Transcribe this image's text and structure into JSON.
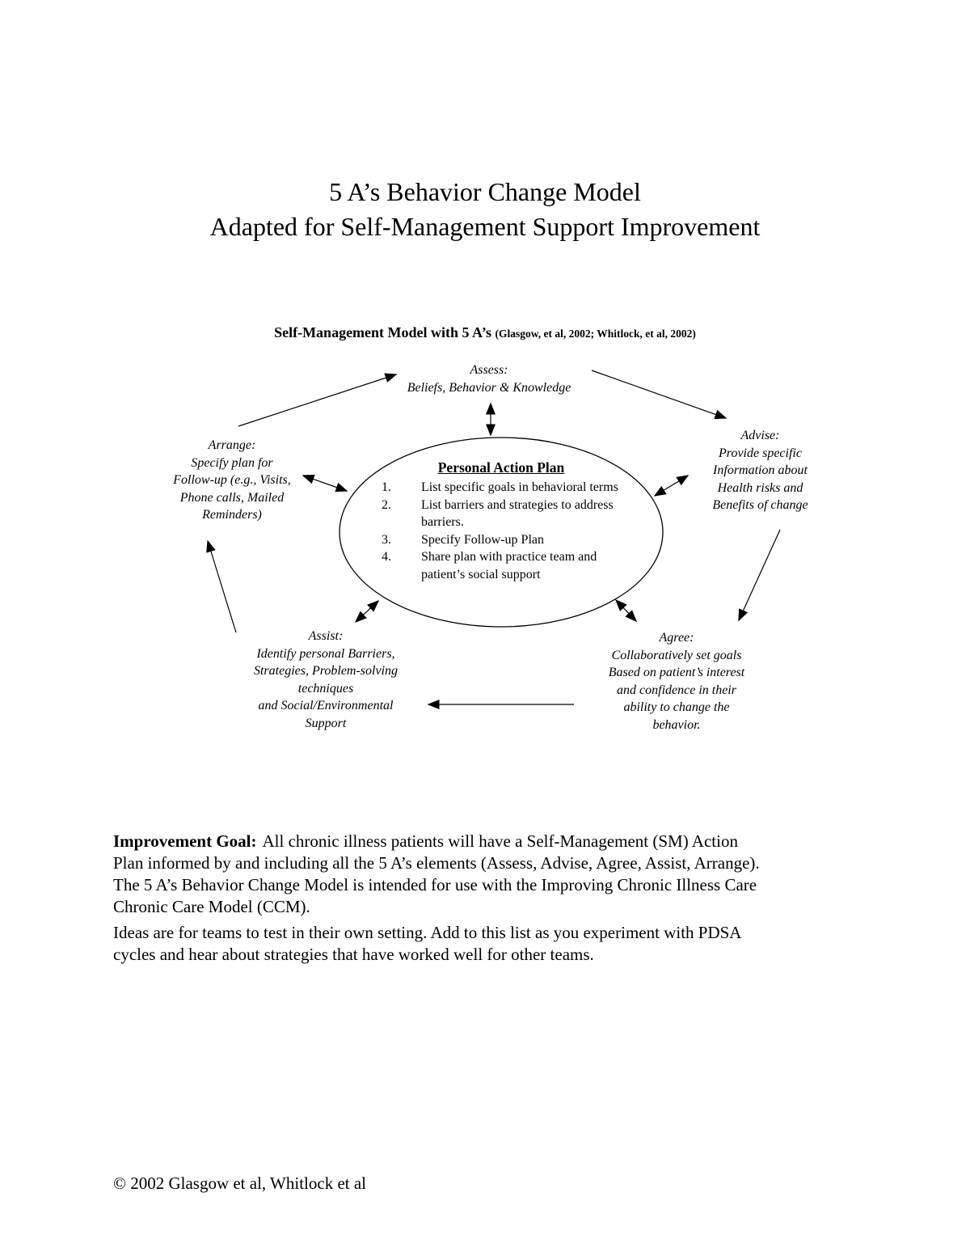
{
  "title": {
    "line1": "5 A’s Behavior Change Model",
    "line2": "Adapted for Self-Management Support Improvement"
  },
  "diagram": {
    "heading": "Self-Management Model with 5 A’s ",
    "heading_citation": "(Glasgow, et al, 2002; Whitlock, et al, 2002)",
    "assess_label": "Assess:",
    "assess_text": "Beliefs, Behavior & Knowledge",
    "advise_label": "Advise:",
    "advise_text": "Provide specific\nInformation about\nHealth risks and\nBenefits of change",
    "arrange_label": "Arrange:",
    "arrange_text": "Specify plan for\nFollow-up (e.g., Visits,\nPhone calls, Mailed\nReminders)",
    "assist_label": "Assist:",
    "assist_text": "Identify personal Barriers,\nStrategies, Problem-solving\ntechniques\nand Social/Environmental\nSupport",
    "agree_label": "Agree:",
    "agree_text": "Collaboratively set goals\nBased on patient’s interest\nand confidence in their\nability to change the\nbehavior.",
    "plan_title": "Personal Action Plan",
    "plan_items": [
      {
        "num": "1.",
        "text": "List specific goals in behavioral terms"
      },
      {
        "num": "2.",
        "text": "List barriers and strategies to address barriers."
      },
      {
        "num": "3.",
        "text": "Specify Follow-up Plan"
      },
      {
        "num": "4.",
        "text": "Share plan with practice team and patient’s social support"
      }
    ]
  },
  "body": {
    "goal_label": "Improvement Goal:",
    "goal_text": "All chronic illness patients will have a Self-Management (SM) Action\nPlan informed by and including all the 5 A’s elements (Assess, Advise, Agree, Assist, Arrange).\nThe 5 A’s Behavior Change Model is intended for use with the Improving Chronic Illness Care\nChronic Care Model (CCM).",
    "ideas_text": "Ideas are for teams to test in their own setting. Add to this list as you experiment with PDSA\ncycles and hear about strategies that have worked well for other teams.",
    "footer": "© 2002 Glasgow et al, Whitlock et al"
  }
}
